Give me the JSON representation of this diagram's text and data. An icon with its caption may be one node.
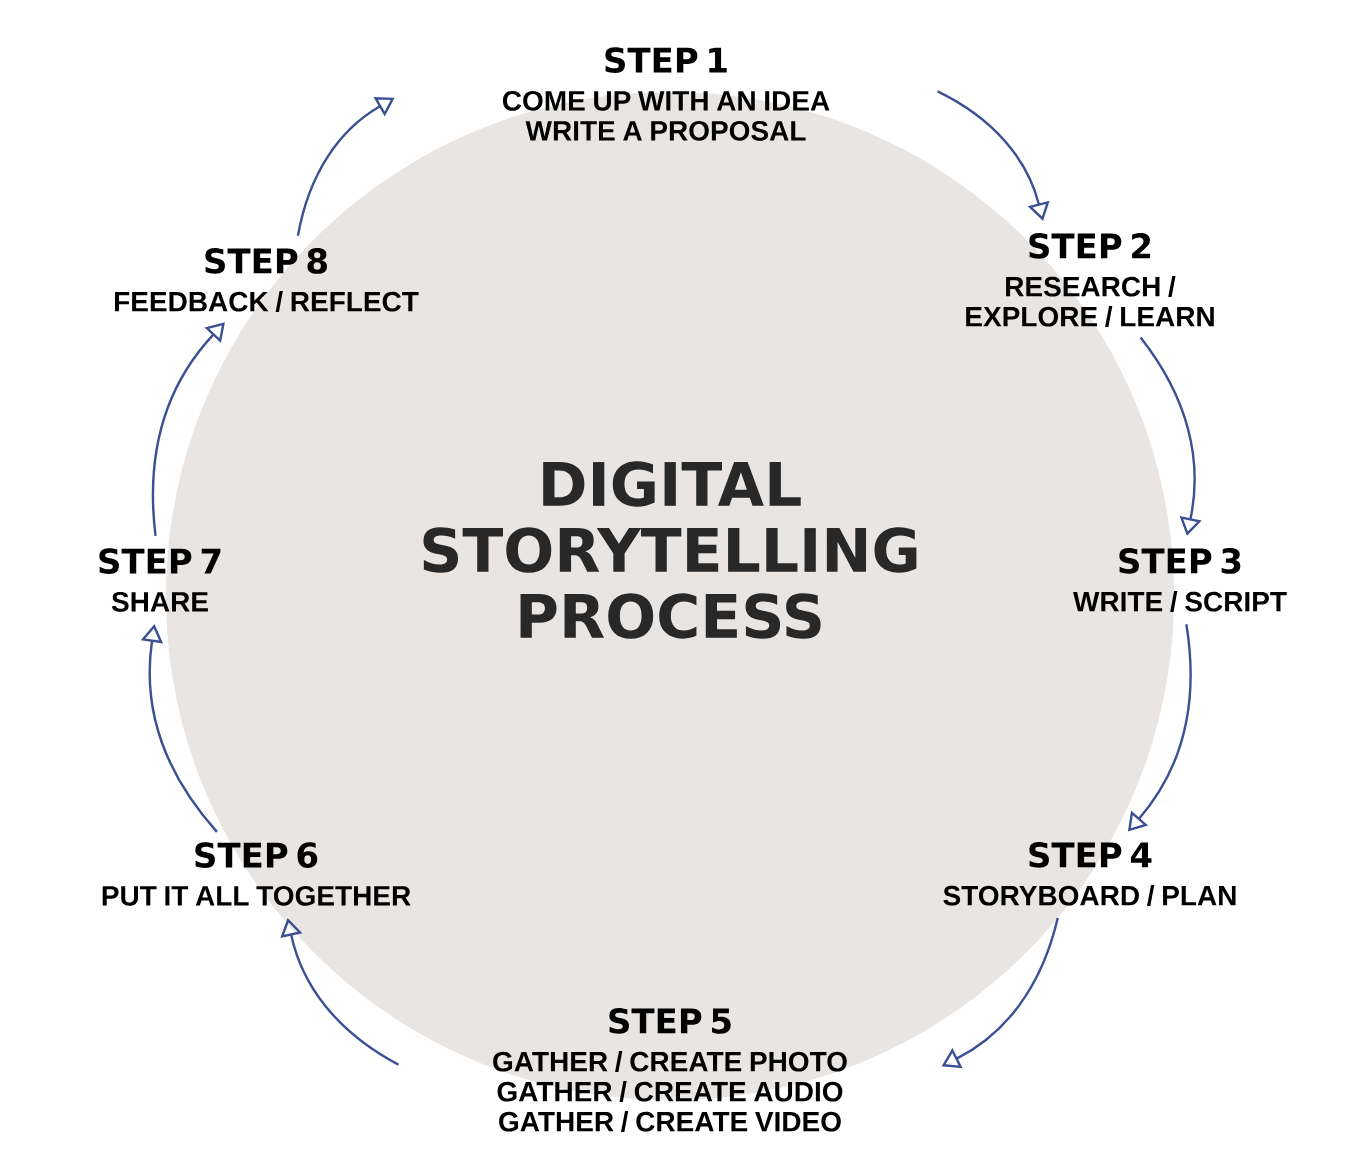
{
  "diagram": {
    "title": "DIGITAL STORYTELLING PROCESS",
    "nodes": [
      {
        "text": [
          "STEP 1",
          "COME UP WITH AN IDEA",
          "WRITE A PROPOSAL"
        ]
      },
      {
        "text": [
          "STEP 2",
          "RESEARCH / EXPLORE / LEARN"
        ]
      },
      {
        "text": [
          "STEP 3",
          "WRITE / SCRIPT"
        ]
      },
      {
        "text": [
          "STEP 4",
          "STORYBOARD / PLAN"
        ]
      },
      {
        "text": [
          "STEP 5",
          "GATHER / CREATE PHOTO",
          "GATHER / CREATE AUDIO",
          "GATHER / CREATE VIDEO"
        ]
      },
      {
        "text": [
          "STEP 6",
          "PUT IT ALL TOGETHER"
        ]
      },
      {
        "text": [
          "STEP 7",
          "SHARE"
        ]
      },
      {
        "text": [
          "STEP 8",
          "FEEDBACK / REFLECT"
        ]
      }
    ],
    "edges": [
      {
        "from": 0,
        "to": 1,
        "arrow": "to"
      },
      {
        "from": 1,
        "to": 2,
        "arrow": "to"
      },
      {
        "from": 2,
        "to": 3,
        "arrow": "to"
      },
      {
        "from": 3,
        "to": 4,
        "arrow": "to"
      },
      {
        "from": 4,
        "to": 5,
        "arrow": "to"
      },
      {
        "from": 5,
        "to": 6,
        "arrow": "to"
      },
      {
        "from": 6,
        "to": 7,
        "arrow": "to"
      },
      {
        "from": 7,
        "to": 0,
        "arrow": "to"
      }
    ]
  }
}
